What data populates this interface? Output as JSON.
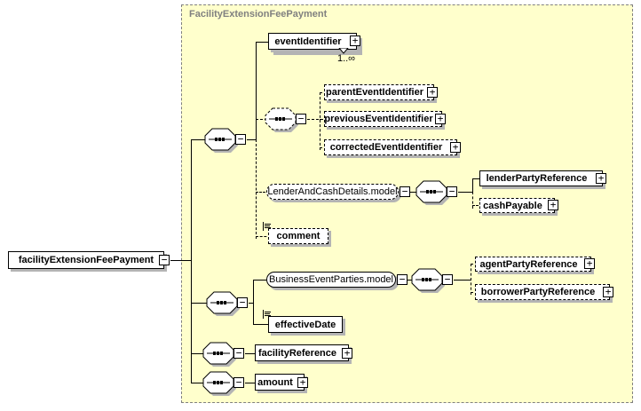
{
  "container": {
    "label": "FacilityExtensionFeePayment",
    "bg_color": "#FFFFCC",
    "border_color": "#808080",
    "label_color": "#808080"
  },
  "glyphs": {
    "expand": "+",
    "collapse": "−"
  },
  "colors": {
    "box_border": "#000000",
    "box_bg": "#FFFFFF",
    "shadow": "#B4B4B4",
    "text": "#000000"
  },
  "nodes": {
    "root": {
      "label": "facilityExtensionFeePayment"
    },
    "event_identifier": {
      "label": "eventIdentifier",
      "occurrence": "1..∞"
    },
    "parent_event_identifier": {
      "label": "parentEventIdentifier"
    },
    "previous_event_identifier": {
      "label": "previousEventIdentifier"
    },
    "corrected_event_identifier": {
      "label": "correctedEventIdentifier"
    },
    "lender_and_cash_details_model": {
      "label": "LenderAndCashDetails.model"
    },
    "lender_party_reference": {
      "label": "lenderPartyReference"
    },
    "cash_payable": {
      "label": "cashPayable"
    },
    "comment": {
      "label": "comment"
    },
    "business_event_parties_model": {
      "label": "BusinessEventParties.model"
    },
    "agent_party_reference": {
      "label": "agentPartyReference"
    },
    "borrower_party_reference": {
      "label": "borrowerPartyReference"
    },
    "effective_date": {
      "label": "effectiveDate"
    },
    "facility_reference": {
      "label": "facilityReference"
    },
    "amount": {
      "label": "amount"
    }
  }
}
